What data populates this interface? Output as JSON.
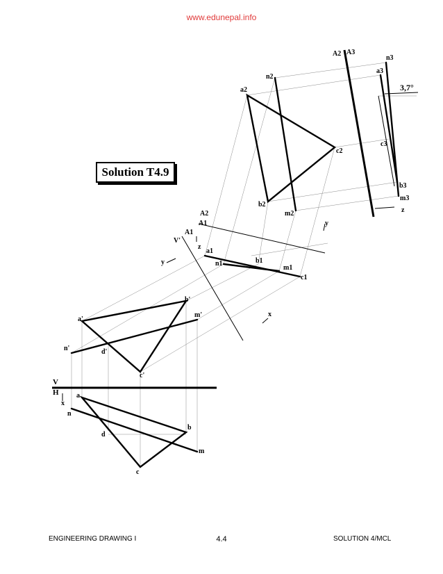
{
  "watermark": "www.edunepal.info",
  "title": "Solution T4.9",
  "footer": {
    "left": "ENGINEERING DRAWING I",
    "center": "4.4",
    "right": "SOLUTION 4/MCL"
  },
  "ref_labels": {
    "v": "V",
    "h": "H",
    "x": "x",
    "a2_upper": "A2",
    "a1_upper": "A1",
    "v_prime": "V'",
    "a1_x2": "A1",
    "a2_x3": "A2",
    "a3_x3": "A3",
    "y1": "y",
    "z1": "z",
    "y2": "y",
    "x2": "x",
    "z2": "z"
  },
  "angle_label": "3,7°",
  "points": {
    "top_view": {
      "a": "a",
      "b": "b",
      "c": "c",
      "d": "d",
      "n": "n",
      "m": "m"
    },
    "front_view": {
      "a": "a'",
      "b": "b'",
      "c": "c'",
      "d": "d'",
      "n": "n'",
      "m": "m'"
    },
    "aux1": {
      "a": "a1",
      "b": "b1",
      "c": "c1",
      "n": "n1",
      "m": "m1"
    },
    "aux2": {
      "a": "a2",
      "b": "b2",
      "c": "c2",
      "n": "n2",
      "m": "m2"
    },
    "aux3": {
      "a": "a3",
      "b": "b3",
      "c": "c3",
      "n": "n3",
      "m": "m3"
    }
  }
}
